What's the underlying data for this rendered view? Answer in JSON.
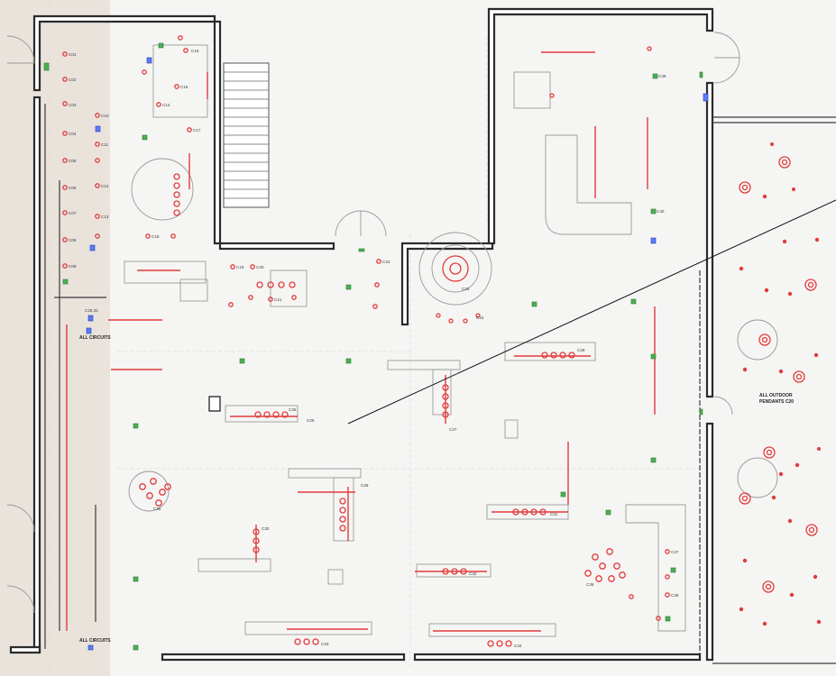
{
  "drawing": {
    "type": "lighting-floor-plan",
    "colors": {
      "fixture_red": "#e23b3b",
      "switch_green": "#4caf50",
      "junction_blue": "#5c7cfa",
      "wall_black": "#2b2b2b",
      "left_strip_tan": "#e9e3dc"
    }
  },
  "notes": {
    "all_circuits_top": "ALL CIRCUITS",
    "all_circuits_bottom": "ALL CIRCUITS",
    "outdoor_pendants_line1": "ALL OUTDOOR",
    "outdoor_pendants_line2": "PENDANTS C20",
    "junction_label": "C26,31"
  },
  "circuit_labels": [
    "C01",
    "C02",
    "C03",
    "C04",
    "C05",
    "C06",
    "C07",
    "C08",
    "C09",
    "C10",
    "C11",
    "C12",
    "C13",
    "C14",
    "C15",
    "C16",
    "C17",
    "C18",
    "C19",
    "C20",
    "C21",
    "C22",
    "C23",
    "C24",
    "C25",
    "C26",
    "C27",
    "C28",
    "C29",
    "C30",
    "C31",
    "C32",
    "C33",
    "C34",
    "C35",
    "C36",
    "C37",
    "C38",
    "C39",
    "C40"
  ],
  "icons": {
    "fixture": "downlight-circle-icon",
    "pendant": "pendant-ring-icon",
    "switch": "switch-green-square-icon",
    "junction": "junction-blue-box-icon",
    "door": "door-swing-icon",
    "stair": "stair-tread-icon"
  }
}
